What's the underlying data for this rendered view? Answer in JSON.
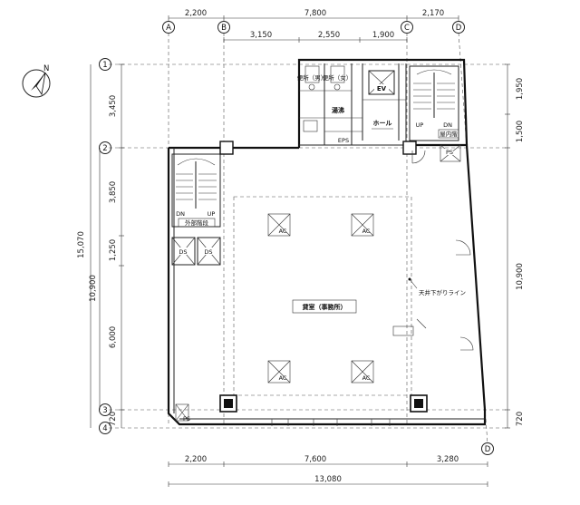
{
  "grid": {
    "columns": [
      "A",
      "B",
      "C",
      "D"
    ],
    "rows": [
      "1",
      "2",
      "3",
      "4"
    ],
    "bottom_right_column": "D"
  },
  "dimensions": {
    "top": [
      "2,200",
      "7,800",
      "2,170"
    ],
    "top_inner": [
      "3,150",
      "2,550",
      "1,900"
    ],
    "bottom": [
      "2,200",
      "7,600",
      "3,280"
    ],
    "bottom_total": "13,080",
    "left_outer": [
      "3,450",
      "3,850",
      "720"
    ],
    "left_total": "15,070",
    "left_inner": [
      "1,250",
      "10,900",
      "6,000"
    ],
    "right": [
      "1,950",
      "1,500",
      "10,900",
      "720"
    ]
  },
  "rooms": {
    "main": "貸室（事務所）",
    "ceiling_note": "天井下がりライン",
    "ac": "AC",
    "ac_count_label": "AC",
    "ext_stair": "外部階段",
    "stair_core": "屋内階",
    "dn": "DN",
    "up": "UP",
    "ds": "DS",
    "ps": "PS",
    "ev": "EV",
    "hall": "ホール",
    "toilet_m": "便所（男）",
    "toilet_f": "便所（女）",
    "kitchen": "湯沸",
    "eps": "EPS"
  },
  "compass": {
    "north": "N"
  }
}
